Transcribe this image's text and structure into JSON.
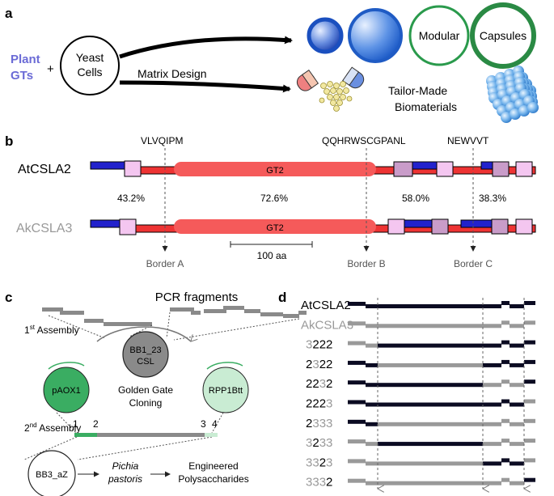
{
  "panels": {
    "a": "a",
    "b": "b",
    "c": "c",
    "d": "d"
  },
  "panel_a": {
    "plant_line1": "Plant",
    "plant_line2": "GTs",
    "plus": "+",
    "yeast_line1": "Yeast",
    "yeast_line2": "Cells",
    "matrix_design": "Matrix Design",
    "modular": "Modular",
    "capsules": "Capsules",
    "tailor_line1": "Tailor-Made",
    "tailor_line2": "Biomaterials"
  },
  "panel_b": {
    "motifs": [
      "VLVQIPM",
      "QQHRWSCGPANL",
      "NEWVVT"
    ],
    "gene_top": "AtCSLA2",
    "gene_bottom": "AkCSLA3",
    "domain": "GT2",
    "identities": [
      "43.2%",
      "72.6%",
      "58.0%",
      "38.3%"
    ],
    "scale": "100 aa",
    "borders": [
      "Border A",
      "Border B",
      "Border C"
    ]
  },
  "panel_c": {
    "title": "PCR fragments",
    "first_assembly": "1",
    "first_suffix": "st",
    "assembly_word": " Assembly",
    "second_assembly": "2",
    "second_suffix": "nd",
    "bb1_line1": "BB1_23",
    "bb1_line2": "CSL",
    "paox1": "pAOX1",
    "rpp1": "RPP1Btt",
    "golden_line1": "Golden Gate",
    "golden_line2": "Cloning",
    "positions": [
      "1",
      "2",
      "3",
      "4"
    ],
    "bb3": "BB3_aZ",
    "pichia_line1": "Pichia",
    "pichia_line2": "pastoris",
    "engineered_line1": "Engineered",
    "engineered_line2": "Polysaccharides"
  },
  "panel_d": {
    "rows": [
      {
        "label": "AtCSLA2",
        "pattern": "2222"
      },
      {
        "label": "AkCSLA3",
        "pattern": "3333"
      },
      {
        "label": "3222",
        "pattern": "3222"
      },
      {
        "label": "2322",
        "pattern": "2322"
      },
      {
        "label": "2232",
        "pattern": "2232"
      },
      {
        "label": "2223",
        "pattern": "2223"
      },
      {
        "label": "2333",
        "pattern": "2333"
      },
      {
        "label": "3233",
        "pattern": "3233"
      },
      {
        "label": "3323",
        "pattern": "3323"
      },
      {
        "label": "3332",
        "pattern": "3332"
      }
    ],
    "color_2": "#0b0b22",
    "color_3": "#999999"
  },
  "colors": {
    "plant": "#6b6bd6",
    "blue_bar": "#2222cc",
    "red_bar": "#ee3333",
    "gt2": "#f55a5a",
    "pink_box": "#f4c6f0",
    "mauve_box": "#c99cc9",
    "green_dark": "#2a9a4c",
    "green_fill": "#3aad62",
    "green_light": "#c9ecd3",
    "capsule_blue": "#1a4fbf",
    "bb1_gray": "#8a8a8a"
  }
}
